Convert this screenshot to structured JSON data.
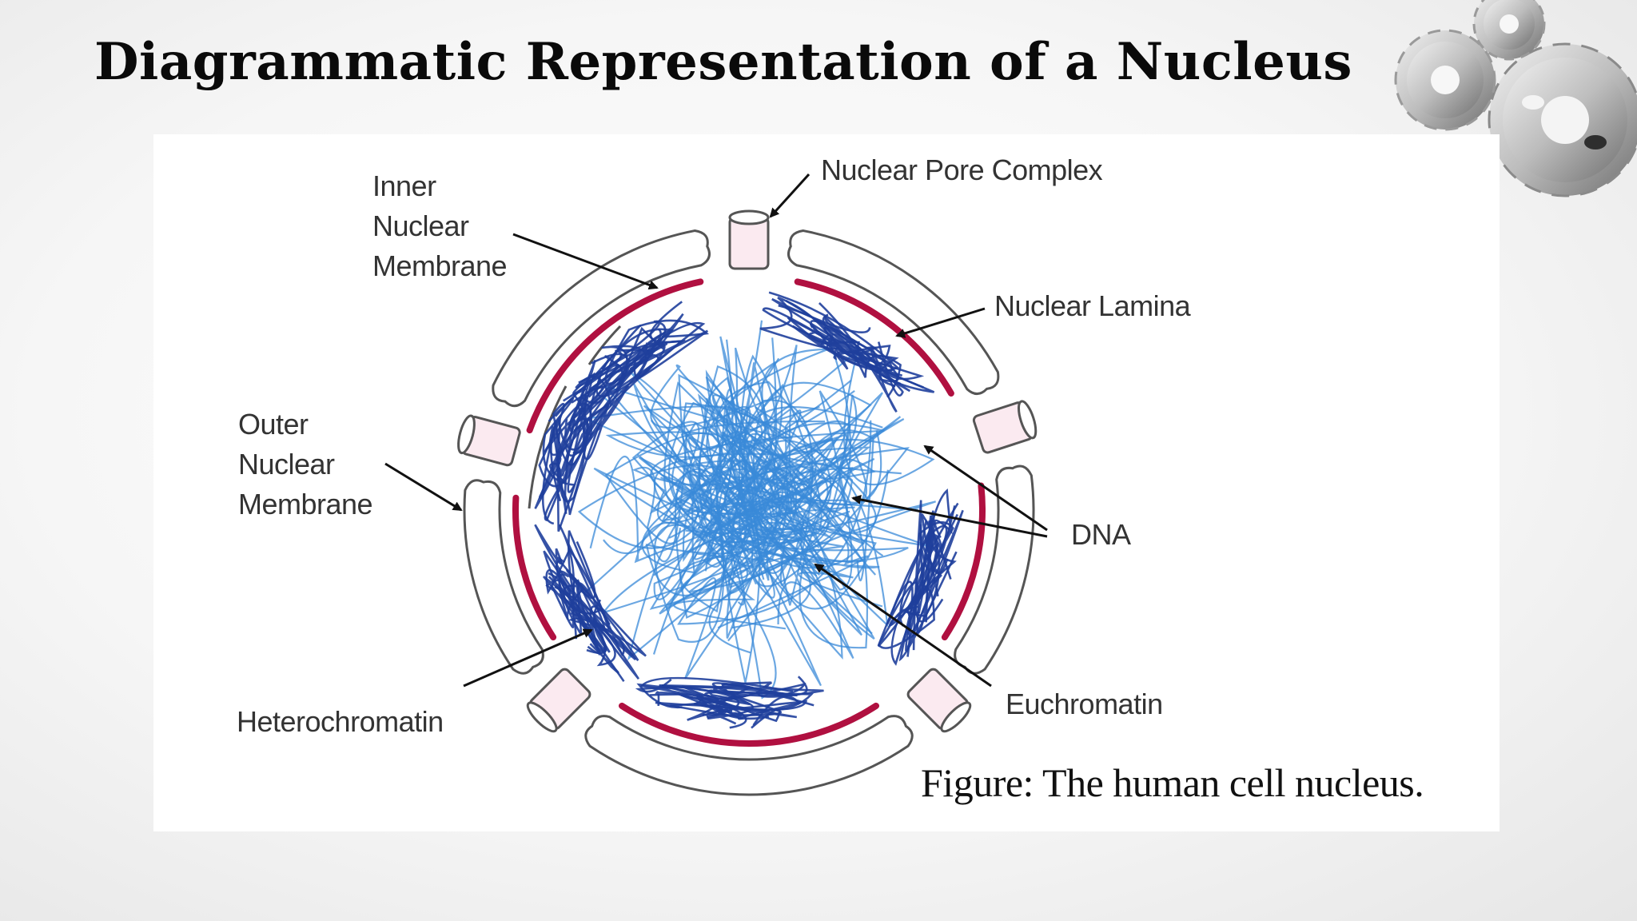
{
  "slide": {
    "title": "Diagrammatic Representation of a Nucleus"
  },
  "figure": {
    "caption": "Figure: The human cell nucleus.",
    "labels": {
      "inner_nuclear_membrane": "Inner\nNuclear\nMembrane",
      "nuclear_pore_complex": "Nuclear Pore Complex",
      "nuclear_lamina": "Nuclear Lamina",
      "outer_nuclear_membrane": "Outer\nNuclear\nMembrane",
      "dna": "DNA",
      "heterochromatin": "Heterochromatin",
      "euchromatin": "Euchromatin"
    }
  },
  "colors": {
    "membrane": "#555555",
    "lamina": "#b01040",
    "pore_fill": "#fbeaf0",
    "heterochromatin": "#1f3f9c",
    "euchromatin": "#3a8ad8"
  },
  "icons": [
    "gear-icon"
  ]
}
